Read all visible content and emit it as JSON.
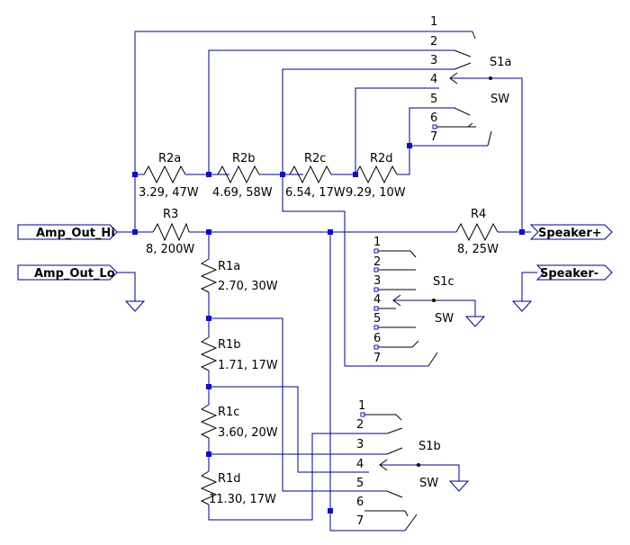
{
  "colors": {
    "wire": "#00008b",
    "junction": "#1010c0",
    "text": "#000000",
    "background": "#ffffff"
  },
  "ports": {
    "amp_out_hi": "Amp_Out_Hi",
    "amp_out_lo": "Amp_Out_Lo",
    "speaker_plus": "Speaker+",
    "speaker_minus": "Speaker-"
  },
  "resistors": {
    "r2a": {
      "ref": "R2a",
      "value": "3.29, 47W"
    },
    "r2b": {
      "ref": "R2b",
      "value": "4.69, 58W"
    },
    "r2c": {
      "ref": "R2c",
      "value": "6.54, 17W"
    },
    "r2d": {
      "ref": "R2d",
      "value": "9.29, 10W"
    },
    "r3": {
      "ref": "R3",
      "value": "8, 200W"
    },
    "r4": {
      "ref": "R4",
      "value": "8, 25W"
    },
    "r1a": {
      "ref": "R1a",
      "value": "2.70, 30W"
    },
    "r1b": {
      "ref": "R1b",
      "value": "1.71, 17W"
    },
    "r1c": {
      "ref": "R1c",
      "value": "3.60, 20W"
    },
    "r1d": {
      "ref": "R1d",
      "value": "11.30, 17W"
    }
  },
  "switches": {
    "s1a": {
      "ref": "S1a",
      "type": "SW",
      "positions": [
        "1",
        "2",
        "3",
        "4",
        "5",
        "6",
        "7"
      ]
    },
    "s1b": {
      "ref": "S1b",
      "type": "SW",
      "positions": [
        "1",
        "2",
        "3",
        "4",
        "5",
        "6",
        "7"
      ]
    },
    "s1c": {
      "ref": "S1c",
      "type": "SW",
      "positions": [
        "1",
        "2",
        "3",
        "4",
        "5",
        "6",
        "7"
      ]
    }
  }
}
